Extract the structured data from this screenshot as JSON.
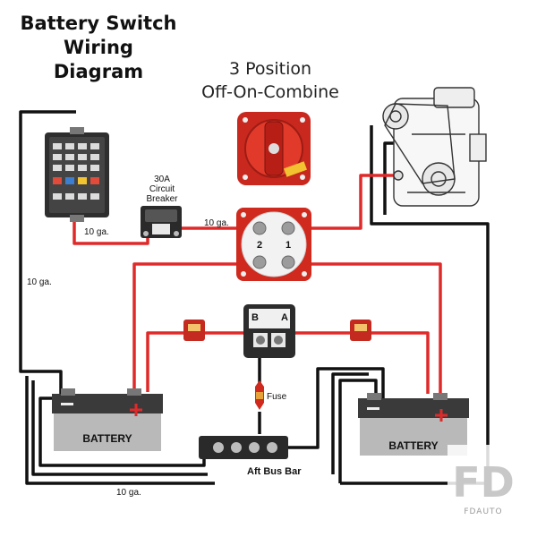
{
  "title": {
    "line1": "Battery Switch",
    "line2": "Wiring",
    "line3": "Diagram"
  },
  "subtitle": {
    "line1": "3 Position",
    "line2": "Off-On-Combine"
  },
  "labels": {
    "circuit_breaker_line1": "30A",
    "circuit_breaker_line2": "Circuit",
    "circuit_breaker_line3": "Breaker",
    "gauge_fuse_panel": "10 ga.",
    "gauge_switch": "10 ga.",
    "gauge_left": "10 ga.",
    "gauge_bottom": "10 ga.",
    "fuse": "Fuse",
    "bus_bar": "Aft Bus Bar",
    "battery_left": "BATTERY",
    "battery_right": "BATTERY",
    "switch_left_terminal": "2",
    "switch_right_terminal": "1",
    "acr_left": "B",
    "acr_right": "A"
  },
  "watermark": {
    "logo": "FD",
    "text": "FDAUTO"
  },
  "colors": {
    "wire_red": "#e02a2a",
    "wire_black": "#111111",
    "switch_red": "#c8281e",
    "battery_grey": "#b9b9b9"
  }
}
